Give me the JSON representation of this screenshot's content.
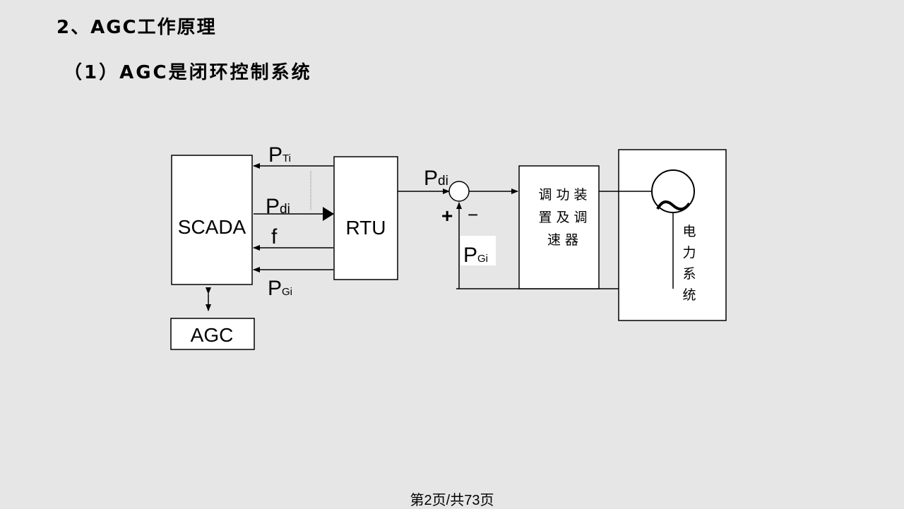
{
  "heading": "2、AGC工作原理",
  "subheading": "（1）AGC是闭环控制系统",
  "blocks": {
    "scada": "SCADA",
    "rtu": "RTU",
    "agc": "AGC",
    "regulator_line1": "调 功 装",
    "regulator_line2": "置 及 调",
    "regulator_line3": "速 器",
    "power_system": [
      "电",
      "力",
      "系",
      "统"
    ]
  },
  "signals": {
    "pti": {
      "main": "P",
      "sub": "Ti"
    },
    "pdi_left": {
      "main": "P",
      "sub": "di"
    },
    "f": "f",
    "pgi_left": {
      "main": "P",
      "sub": "Gi"
    },
    "pdi_right": {
      "main": "P",
      "sub": "di"
    },
    "pgi_right": {
      "main": "P",
      "sub": "Gi"
    },
    "plus": "+",
    "minus": "−"
  },
  "footer": "第2页/共73页"
}
